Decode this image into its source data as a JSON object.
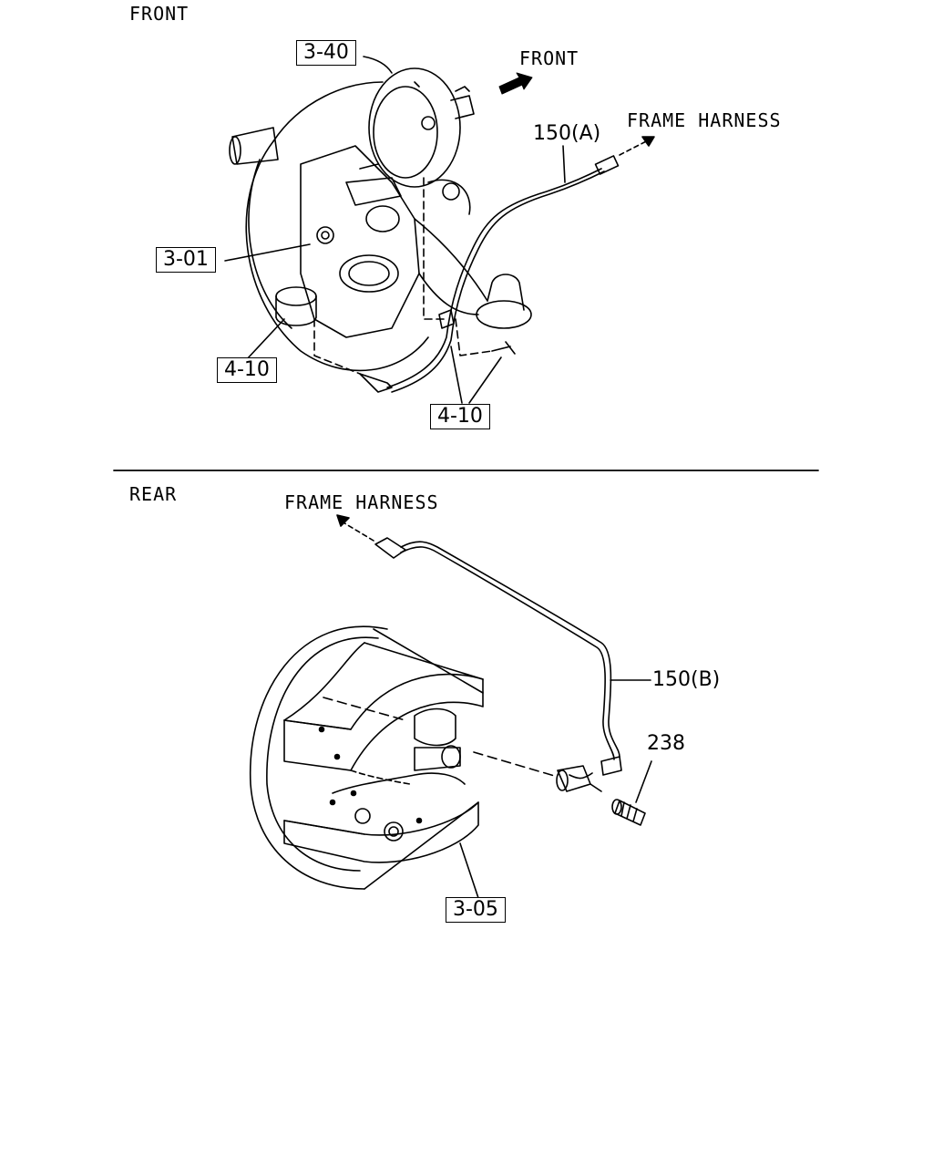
{
  "front": {
    "section_title": "FRONT",
    "direction_label": "FRONT",
    "harness_label": "FRAME HARNESS",
    "callouts": {
      "brake_chamber": "3-40",
      "knuckle": "3-01",
      "bolt_left": "4-10",
      "bolt_right": "4-10",
      "sensor_cable": "150(A)"
    }
  },
  "rear": {
    "section_title": "REAR",
    "harness_label": "FRAME HARNESS",
    "callouts": {
      "brake_drum": "3-05",
      "sensor_cable": "150(B)",
      "sleeve": "238"
    }
  }
}
